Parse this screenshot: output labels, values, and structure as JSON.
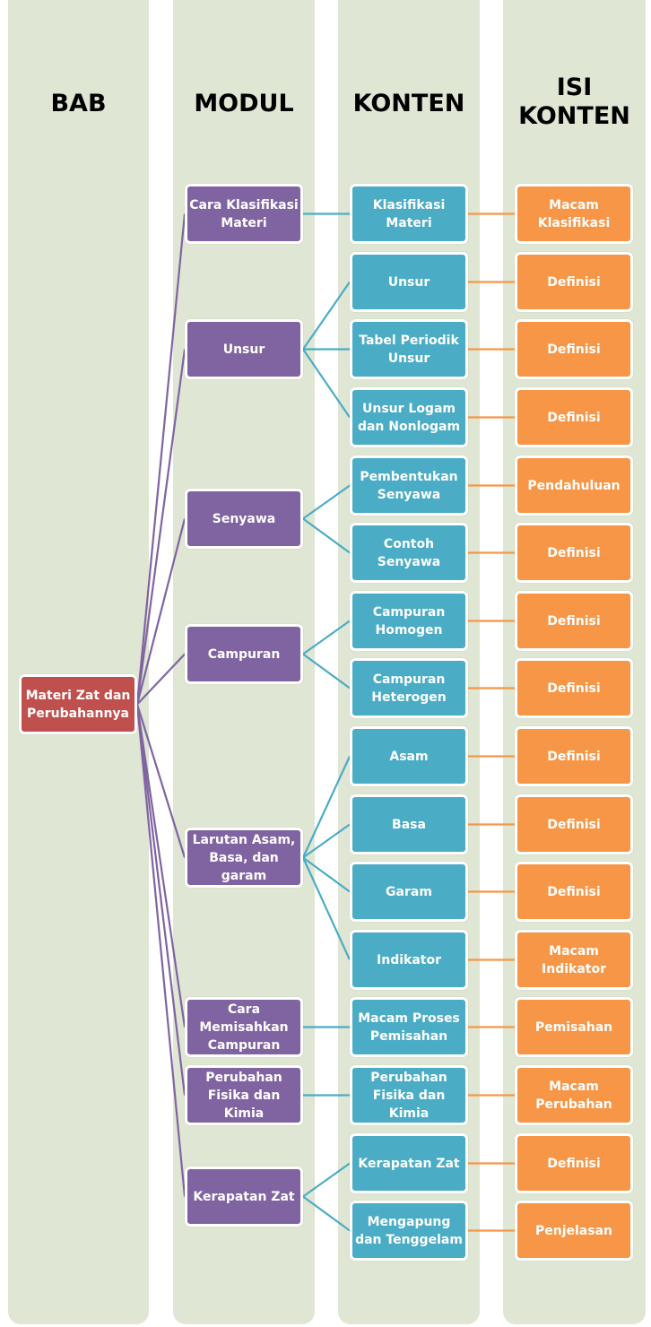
{
  "headers": {
    "bab": "BAB",
    "modul": "MODUL",
    "konten": "KONTEN",
    "isi_line1": "ISI",
    "isi_line2": "KONTEN"
  },
  "colors": {
    "bab": "#c0504d",
    "modul": "#8064a2",
    "konten": "#4bacc6",
    "isi": "#f79646",
    "column_bg": "#dfe6d3"
  },
  "bab": {
    "label": "Materi Zat dan Perubahannya"
  },
  "modul": [
    {
      "label": "Cara Klasifikasi Materi"
    },
    {
      "label": "Unsur"
    },
    {
      "label": "Senyawa"
    },
    {
      "label": "Campuran"
    },
    {
      "label": "Larutan Asam, Basa, dan garam"
    },
    {
      "label": "Cara Memisahkan Campuran"
    },
    {
      "label": "Perubahan Fisika dan Kimia"
    },
    {
      "label": "Kerapatan Zat"
    }
  ],
  "konten": [
    {
      "label": "Klasifikasi Materi",
      "modul": 0
    },
    {
      "label": "Unsur",
      "modul": 1
    },
    {
      "label": "Tabel Periodik Unsur",
      "modul": 1
    },
    {
      "label": "Unsur Logam dan Nonlogam",
      "modul": 1
    },
    {
      "label": "Pembentukan Senyawa",
      "modul": 2
    },
    {
      "label": "Contoh Senyawa",
      "modul": 2
    },
    {
      "label": "Campuran Homogen",
      "modul": 3
    },
    {
      "label": "Campuran Heterogen",
      "modul": 3
    },
    {
      "label": "Asam",
      "modul": 4
    },
    {
      "label": "Basa",
      "modul": 4
    },
    {
      "label": "Garam",
      "modul": 4
    },
    {
      "label": "Indikator",
      "modul": 4
    },
    {
      "label": "Macam Proses Pemisahan",
      "modul": 5
    },
    {
      "label": "Perubahan Fisika dan Kimia",
      "modul": 6
    },
    {
      "label": "Kerapatan Zat",
      "modul": 7
    },
    {
      "label": "Mengapung dan Tenggelam",
      "modul": 7
    }
  ],
  "isi": [
    {
      "label": "Macam Klasifikasi"
    },
    {
      "label": "Definisi"
    },
    {
      "label": "Definisi"
    },
    {
      "label": "Definisi"
    },
    {
      "label": "Pendahuluan"
    },
    {
      "label": "Definisi"
    },
    {
      "label": "Definisi"
    },
    {
      "label": "Definisi"
    },
    {
      "label": "Definisi"
    },
    {
      "label": "Definisi"
    },
    {
      "label": "Definisi"
    },
    {
      "label": "Macam Indikator"
    },
    {
      "label": "Pemisahan"
    },
    {
      "label": "Macam Perubahan"
    },
    {
      "label": "Definisi"
    },
    {
      "label": "Penjelasan"
    }
  ]
}
